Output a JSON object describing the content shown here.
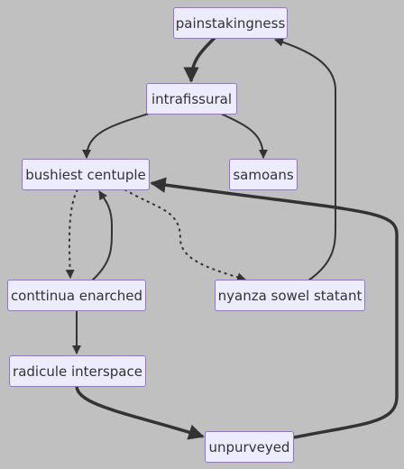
{
  "nodes": {
    "painstakingness": "painstakingness",
    "intrafissural": "intrafissural",
    "bushiest_centuple": "bushiest centuple",
    "samoans": "samoans",
    "conttinua_enarched": "conttinua enarched",
    "nyanza_sowel_statant": "nyanza sowel statant",
    "radicule_interspace": "radicule interspace",
    "unpurveyed": "unpurveyed"
  },
  "edges": [
    {
      "from": "painstakingness",
      "to": "intrafissural",
      "style": "thick"
    },
    {
      "from": "intrafissural",
      "to": "bushiest_centuple",
      "style": "normal"
    },
    {
      "from": "intrafissural",
      "to": "samoans",
      "style": "normal"
    },
    {
      "from": "bushiest_centuple",
      "to": "conttinua_enarched",
      "style": "dotted"
    },
    {
      "from": "bushiest_centuple",
      "to": "nyanza_sowel_statant",
      "style": "dotted"
    },
    {
      "from": "conttinua_enarched",
      "to": "bushiest_centuple",
      "style": "normal"
    },
    {
      "from": "conttinua_enarched",
      "to": "radicule_interspace",
      "style": "normal"
    },
    {
      "from": "nyanza_sowel_statant",
      "to": "painstakingness",
      "style": "normal"
    },
    {
      "from": "radicule_interspace",
      "to": "unpurveyed",
      "style": "thick"
    },
    {
      "from": "unpurveyed",
      "to": "bushiest_centuple",
      "style": "thick"
    }
  ],
  "colors": {
    "background": "#c0c0c0",
    "node_fill": "#ececfe",
    "node_border": "#9370db",
    "edge": "#333333"
  }
}
